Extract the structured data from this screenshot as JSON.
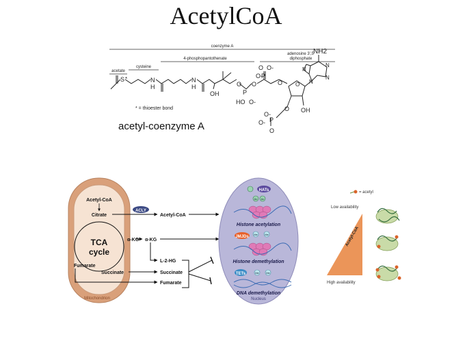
{
  "title": "AcetylCoA",
  "structure": {
    "label_coenzyme_a": "coenzyme A",
    "label_phosphopantothenate": "4-phosphopantothenate",
    "label_adenosine": "adenosine 3',5'",
    "label_diphosphate": "diphosphate",
    "label_cysteine": "cysteine",
    "label_acetate": "acetate",
    "thioester_note": "* = thioester bond",
    "caption": "acetyl-coenzyme A",
    "atoms": {
      "s": "S",
      "star": "*",
      "n1": "N",
      "h1": "H",
      "n2": "N",
      "h2": "H",
      "oh1": "OH",
      "o1": "O",
      "p1": "P",
      "ho": "HO",
      "o_minus1": "O-",
      "o2": "O",
      "o3": "O",
      "p2": "P",
      "o_minus2": "O-",
      "o_minus3": "O-",
      "o4": "O",
      "nh2": "NH2",
      "n_a": "N",
      "n_b": "N",
      "n_c": "N",
      "n_d": "N",
      "o5": "O",
      "o6": "O",
      "oh2": "OH",
      "p3": "P",
      "o_minus4": "O-",
      "o_minus5": "O-",
      "o7": "O"
    }
  },
  "metabolism": {
    "acetyl_coa_mito": "Acetyl-CoA",
    "citrate": "Citrate",
    "tca_cycle_line1": "TCA",
    "tca_cycle_line2": "cycle",
    "akg_inner": "α-KG",
    "fumarate": "Fumarate",
    "succinate": "Succinate",
    "mitochondrion": "Mitochondrion",
    "acly": "ACLY",
    "acetyl_coa_cyto": "Acetyl-CoA",
    "akg_cyto": "α-KG",
    "l2hg": "L-2-HG",
    "succinate_cyto": "Succinate",
    "fumarate_cyto": "Fumarate",
    "hats": "HATs",
    "ac": "Ac",
    "histone_acetylation": "Histone acetylation",
    "jmjds": "JMJDs",
    "me": "Me",
    "histone_demethylation": "Histone demethylation",
    "tets": "TETs",
    "dna_demethylation": "DNA demethylation",
    "nucleus": "Nucleus"
  },
  "availability": {
    "acetyl_legend": "= acetyl",
    "low": "Low availability",
    "high": "High availability",
    "axis": "Acetyl-CoA"
  },
  "colors": {
    "mito_outer": "#d9a07a",
    "mito_inner": "#f6e3d3",
    "nucleus": "#b9b7d9",
    "acly": "#3c4a84",
    "hats": "#5b4a9e",
    "jmjds": "#e8602a",
    "tets": "#3a8cc6",
    "triangle": "#e8823c",
    "acetyl_dot": "#d9642a"
  }
}
